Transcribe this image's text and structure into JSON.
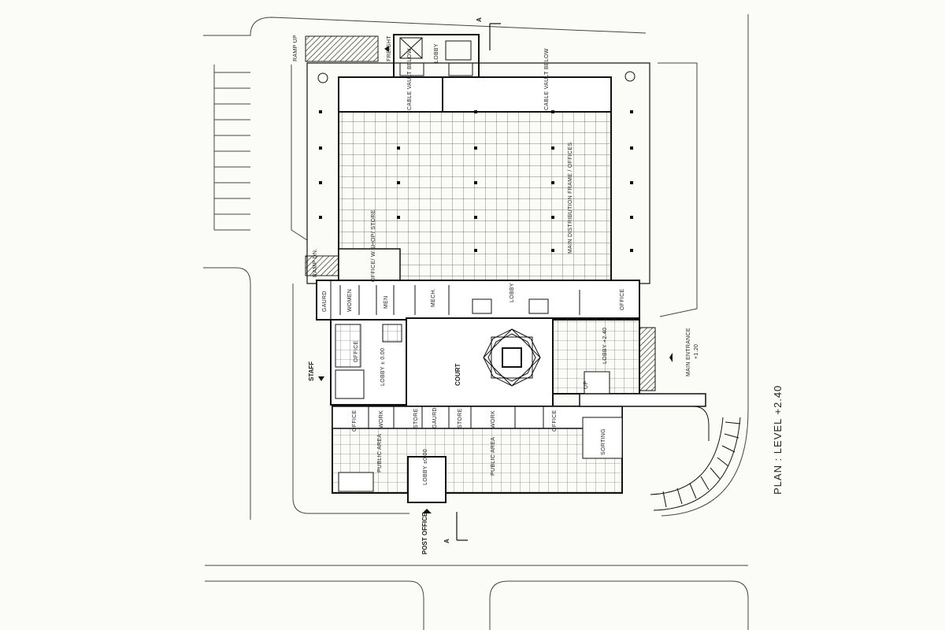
{
  "title": "PLAN : LEVEL  +2.40",
  "section_marker": "A",
  "labels": {
    "ramp_up": "RAMP UP",
    "freight": "FREIGHT",
    "lobby_top": "LOBBY",
    "cable_left": "CABLE VAULT BELOW",
    "cable_right": "CABLE VAULT BELOW",
    "main_dist": "MAIN DISTRIBUTION FRAME / OFFICES",
    "ramp_dn": "RAMP DN.",
    "office_wshop": "OFFICE/ W.SHOP/ STORE",
    "gaurd_left": "GAURD",
    "women": "WOMEN",
    "men": "MEN",
    "mech": "MECH.",
    "lobby_center": "LOBBY",
    "office_right": "OFFICE",
    "main_entrance": "MAIN ENTRANCE",
    "main_entrance_level": "+1.20",
    "office_small": "OFFICE",
    "staff": "STAFF",
    "lobby_000": "LOBBY ± 0.00",
    "court": "COURT",
    "lobby_240": "LOBBY +2.40",
    "up": "UP",
    "office_b1": "OFFICE",
    "work_1": "WORK",
    "store_1": "STORE",
    "gaurd_2": "GAURD",
    "store_2": "STORE",
    "work_2": "WORK",
    "office_b2": "OFFICE",
    "sorting": "SORTING",
    "public_area_1": "PUBLIC AREA",
    "lobby_2000": "LOBBY ±0.00",
    "public_area_2": "PUBLIC AREA",
    "post_office": "POST OFFICE"
  }
}
